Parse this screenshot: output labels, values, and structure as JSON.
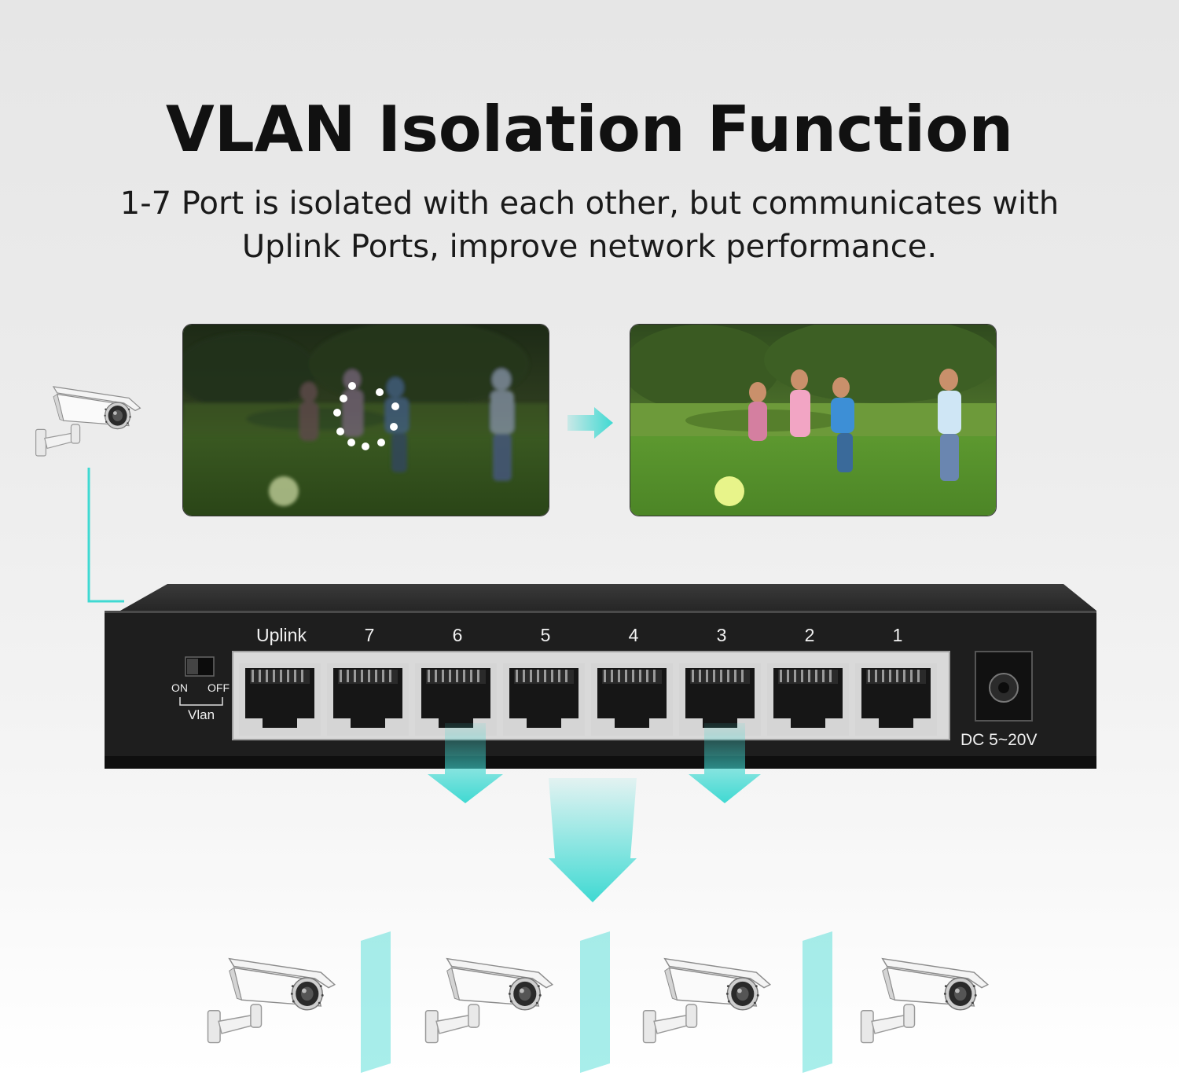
{
  "header": {
    "title": "VLAN Isolation Function",
    "subtitle_line1": "1-7 Port is isolated with each other, but communicates with",
    "subtitle_line2": "Uplink Ports, improve network performance."
  },
  "switch": {
    "ports": [
      "Uplink",
      "7",
      "6",
      "5",
      "4",
      "3",
      "2",
      "1"
    ],
    "vlan_switch": {
      "on_label": "ON",
      "off_label": "OFF",
      "name": "Vlan"
    },
    "power_label": "DC 5~20V"
  },
  "colors": {
    "accent": "#3fd9d2",
    "switch_body": "#1f1f1f",
    "port_panel": "#d9d9d9"
  },
  "icons": {
    "camera": "security-camera-icon",
    "arrow": "teal-arrow-icon"
  }
}
